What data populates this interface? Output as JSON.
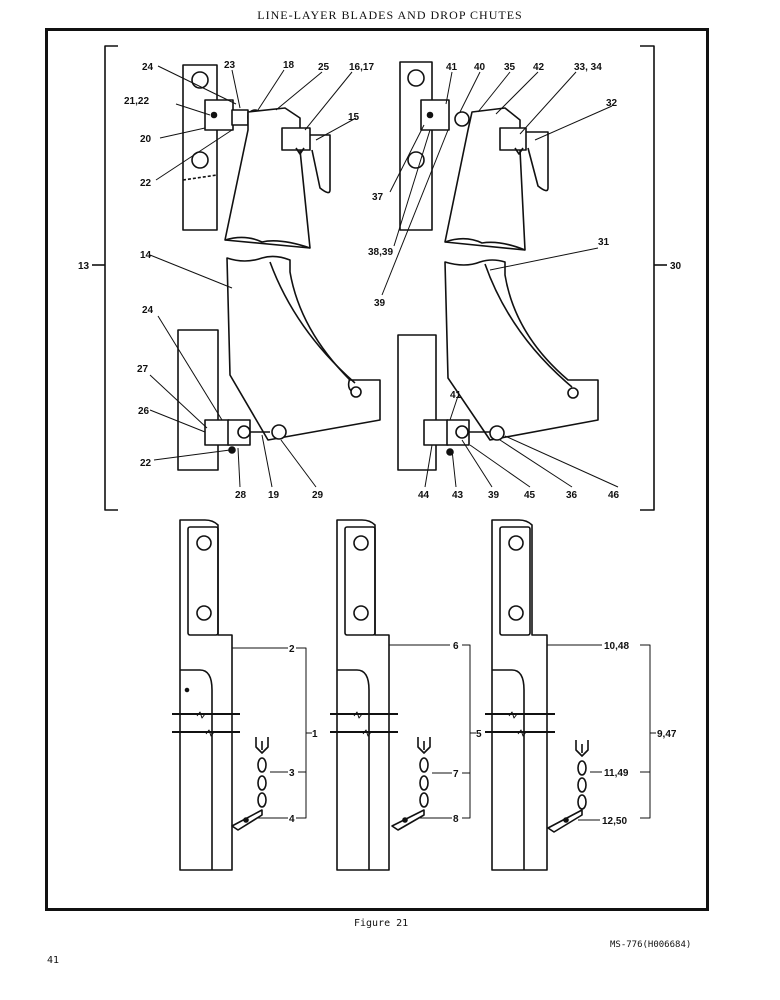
{
  "document": {
    "title": "LINE-LAYER BLADES AND DROP CHUTES",
    "figure_caption": "Figure 21",
    "page_number": "41",
    "doc_code": "MS-776(H006684)"
  },
  "callouts": {
    "c1": "1",
    "c2": "2",
    "c3": "3",
    "c4": "4",
    "c5": "5",
    "c6": "6",
    "c7": "7",
    "c8": "8",
    "c9_47": "9,47",
    "c10_48": "10,48",
    "c11_49": "11,49",
    "c12_50": "12,50",
    "c13": "13",
    "c14": "14",
    "c15": "15",
    "c16_17": "16,17",
    "c18": "18",
    "c19": "19",
    "c20": "20",
    "c21_22": "21,22",
    "c22a": "22",
    "c22b": "22",
    "c23": "23",
    "c24a": "24",
    "c24b": "24",
    "c25": "25",
    "c26": "26",
    "c27": "27",
    "c28": "28",
    "c29": "29",
    "c30": "30",
    "c31": "31",
    "c32": "32",
    "c33_34": "33, 34",
    "c35": "35",
    "c36": "36",
    "c37": "37",
    "c38_39": "38,39",
    "c39a": "39",
    "c39b": "39",
    "c40": "40",
    "c41a": "41",
    "c41b": "41",
    "c42": "42",
    "c43": "43",
    "c44": "44",
    "c45": "45",
    "c46": "46"
  }
}
